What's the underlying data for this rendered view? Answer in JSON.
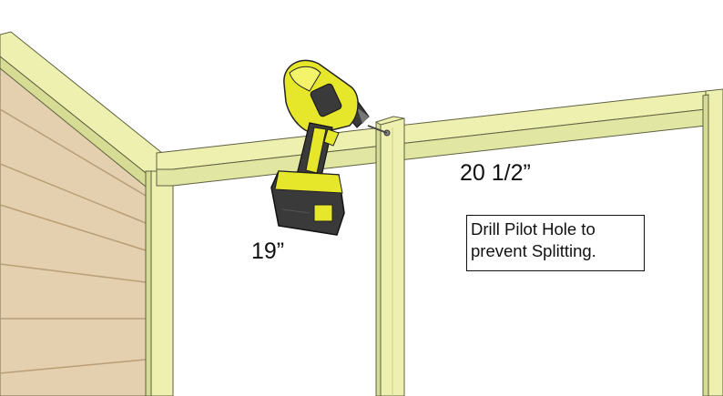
{
  "labels": {
    "dimension_left": "19”",
    "dimension_right": "20 1/2”",
    "note_line1": "Drill Pilot Hole to",
    "note_line2": "prevent Splitting."
  },
  "colors": {
    "lumber": "#eef0b0",
    "lumber_shade": "#d6dc93",
    "siding": "#dfc9a6",
    "siding_line": "#b89e78",
    "drill_body": "#e6e62a",
    "drill_dark": "#2e2e2e"
  },
  "icons": [
    "cordless-drill-icon",
    "screw-icon"
  ]
}
